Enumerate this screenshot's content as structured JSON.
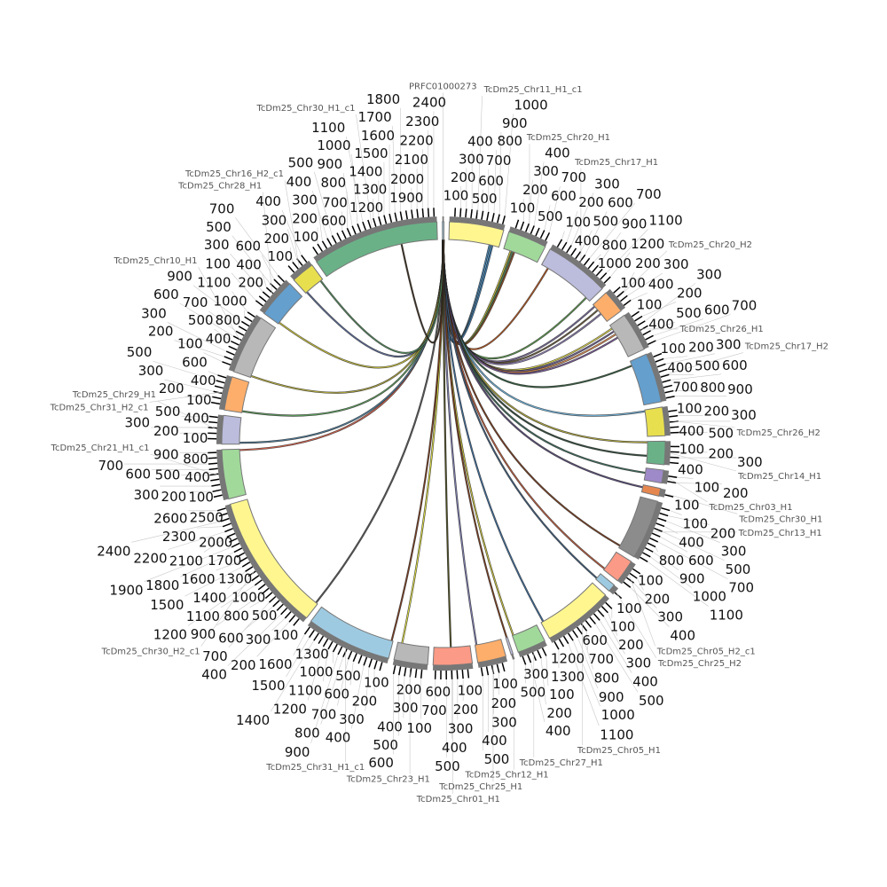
{
  "chart_data": {
    "type": "chord",
    "title": "",
    "tick_interval": 100,
    "segments": [
      {
        "name": "PRFC01000273",
        "length": 30,
        "color": "#9ecae1"
      },
      {
        "name": "TcDm25_Chr11_H1_c1",
        "length": 1050,
        "color": "#fff68f"
      },
      {
        "name": "TcDm25_Chr20_H1",
        "length": 750,
        "color": "#a1d99b"
      },
      {
        "name": "TcDm25_Chr17_H1",
        "length": 1250,
        "color": "#bcbddc"
      },
      {
        "name": "TcDm25_Chr20_H2",
        "length": 450,
        "color": "#fdae6b"
      },
      {
        "name": "TcDm25_Chr26_H1",
        "length": 750,
        "color": "#b8b8b8"
      },
      {
        "name": "TcDm25_Chr17_H2",
        "length": 950,
        "color": "#649fce"
      },
      {
        "name": "TcDm25_Chr26_H2",
        "length": 550,
        "color": "#e8df4f"
      },
      {
        "name": "TcDm25_Chr14_H1",
        "length": 450,
        "color": "#6ab187"
      },
      {
        "name": "TcDm25_Chr03_H1",
        "length": 250,
        "color": "#9e8ac8"
      },
      {
        "name": "TcDm25_Chr30_H1",
        "length": 150,
        "color": "#e6874f"
      },
      {
        "name": "TcDm25_Chr13_H1",
        "length": 1150,
        "color": "#8c8c8c"
      },
      {
        "name": "TcDm25_Chr05_H2_c1",
        "length": 450,
        "color": "#fb9a86"
      },
      {
        "name": "TcDm25_Chr25_H2",
        "length": 150,
        "color": "#9ecae1"
      },
      {
        "name": "TcDm25_Chr05_H1",
        "length": 1350,
        "color": "#fff68f"
      },
      {
        "name": "TcDm25_Chr27_H1",
        "length": 550,
        "color": "#a1d99b"
      },
      {
        "name": "TcDm25_Chr12_H1",
        "length": 40,
        "color": "#bcbddc"
      },
      {
        "name": "TcDm25_Chr25_H1",
        "length": 550,
        "color": "#fdae6b"
      },
      {
        "name": "TcDm25_Chr01_H1",
        "length": 750,
        "color": "#fb9a86"
      },
      {
        "name": "TcDm25_Chr23_H1",
        "length": 650,
        "color": "#b8b8b8"
      },
      {
        "name": "TcDm25_Chr31_H1_c1",
        "length": 1650,
        "color": "#9ecae1"
      },
      {
        "name": "TcDm25_Chr30_H2_c1",
        "length": 2650,
        "color": "#fff68f"
      },
      {
        "name": "TcDm25_Chr21_H1_c1",
        "length": 950,
        "color": "#a1d99b"
      },
      {
        "name": "TcDm25_Chr29_H1",
        "length": 550,
        "color": "#bcbddc"
      },
      {
        "name": "TcDm25_Chr31_H2_c1",
        "length": 650,
        "color": "#fdae6b"
      },
      {
        "name": "TcDm25_Chr10_H1",
        "length": 1150,
        "color": "#b8b8b8"
      },
      {
        "name": "TcDm25_Chr28_H1",
        "length": 750,
        "color": "#649fce"
      },
      {
        "name": "TcDm25_Chr16_H2_c1",
        "length": 450,
        "color": "#e8df4f"
      },
      {
        "name": "TcDm25_Chr30_H1_c1",
        "length": 2450,
        "color": "#6ab187"
      }
    ],
    "links": [
      {
        "t": "TcDm25_Chr11_H1_c1",
        "pos": 850,
        "color": "#4a8fc4"
      },
      {
        "t": "TcDm25_Chr11_H1_c1",
        "pos": 880,
        "color": "#6baed6"
      },
      {
        "t": "TcDm25_Chr11_H1_c1",
        "pos": 910,
        "color": "#3a7ab0"
      },
      {
        "t": "TcDm25_Chr20_H1",
        "pos": 150,
        "color": "#c9c23a"
      },
      {
        "t": "TcDm25_Chr20_H1",
        "pos": 190,
        "color": "#4f8a5a"
      },
      {
        "t": "TcDm25_Chr20_H1",
        "pos": 230,
        "color": "#8b4a20"
      },
      {
        "t": "TcDm25_Chr17_H1",
        "pos": 150,
        "color": "#b5541c"
      },
      {
        "t": "TcDm25_Chr17_H1",
        "pos": 1150,
        "color": "#5a9a4a"
      },
      {
        "t": "TcDm25_Chr20_H2",
        "pos": 50,
        "color": "#7a6a9a"
      },
      {
        "t": "TcDm25_Chr20_H2",
        "pos": 150,
        "color": "#6a5a3a"
      },
      {
        "t": "TcDm25_Chr20_H2",
        "pos": 250,
        "color": "#8a7ab0"
      },
      {
        "t": "TcDm25_Chr26_H1",
        "pos": 80,
        "color": "#e0d84a"
      },
      {
        "t": "TcDm25_Chr26_H1",
        "pos": 150,
        "color": "#6a5a90"
      },
      {
        "t": "TcDm25_Chr26_H1",
        "pos": 220,
        "color": "#e08a4a"
      },
      {
        "t": "TcDm25_Chr26_H1",
        "pos": 300,
        "color": "#7a5a9a"
      },
      {
        "t": "TcDm25_Chr17_H2",
        "pos": 100,
        "color": "#2f5a3a"
      },
      {
        "t": "TcDm25_Chr26_H2",
        "pos": 30,
        "color": "#6baed6"
      },
      {
        "t": "TcDm25_Chr14_H1",
        "pos": 20,
        "color": "#b0a83a"
      },
      {
        "t": "TcDm25_Chr14_H1",
        "pos": 300,
        "color": "#2f4a3a"
      },
      {
        "t": "TcDm25_Chr03_H1",
        "pos": 100,
        "color": "#3a6a5a"
      },
      {
        "t": "TcDm25_Chr30_H1",
        "pos": 50,
        "color": "#5a4a7a"
      },
      {
        "t": "TcDm25_Chr13_H1",
        "pos": 1100,
        "color": "#7a3a1a"
      },
      {
        "t": "TcDm25_Chr05_H2_c1",
        "pos": 420,
        "color": "#c05a3a"
      },
      {
        "t": "TcDm25_Chr25_H2",
        "pos": 120,
        "color": "#3a5a7a"
      },
      {
        "t": "TcDm25_Chr05_H1",
        "pos": 1300,
        "color": "#3a6a9a"
      },
      {
        "t": "TcDm25_Chr27_H1",
        "pos": 530,
        "color": "#c9c23a"
      },
      {
        "t": "TcDm25_Chr12_H1",
        "pos": 20,
        "color": "#7a3a1a"
      },
      {
        "t": "TcDm25_Chr25_H1",
        "pos": 520,
        "color": "#7a7ab0"
      },
      {
        "t": "TcDm25_Chr01_H1",
        "pos": 400,
        "color": "#4a4a1a"
      },
      {
        "t": "TcDm25_Chr23_H1",
        "pos": 560,
        "color": "#e0e040"
      },
      {
        "t": "TcDm25_Chr31_H1_c1",
        "pos": 30,
        "color": "#7a3a1a"
      },
      {
        "t": "TcDm25_Chr30_H2_c1",
        "pos": 40,
        "color": "#555555"
      },
      {
        "t": "TcDm25_Chr21_H1_c1",
        "pos": 930,
        "color": "#d0604a"
      },
      {
        "t": "TcDm25_Chr29_H1",
        "pos": 30,
        "color": "#4a7a9a"
      },
      {
        "t": "TcDm25_Chr31_H2_c1",
        "pos": 30,
        "color": "#5a9a5a"
      },
      {
        "t": "TcDm25_Chr10_H1",
        "pos": 30,
        "color": "#b0a83a"
      },
      {
        "t": "TcDm25_Chr28_H1",
        "pos": 30,
        "color": "#c9c23a"
      },
      {
        "t": "TcDm25_Chr16_H2_c1",
        "pos": 30,
        "color": "#5a6a9a"
      },
      {
        "t": "TcDm25_Chr16_H2_c1",
        "pos": 400,
        "color": "#4f8a5a"
      },
      {
        "t": "TcDm25_Chr30_H1_c1",
        "pos": 1700,
        "color": "#3a2a1a"
      }
    ]
  }
}
